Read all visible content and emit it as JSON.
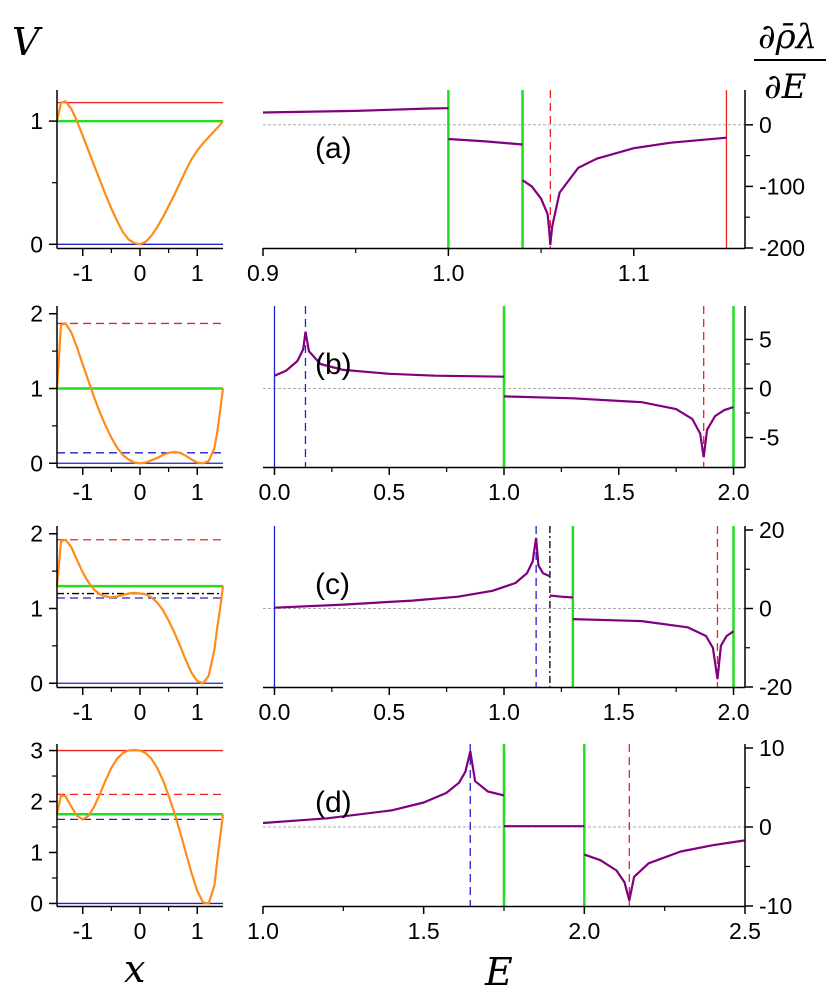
{
  "figure": {
    "v_axis_label": "V",
    "x_axis_label": "x",
    "e_axis_label": "E",
    "derivative_label_numerator": "∂ρ̄λ",
    "derivative_label_denominator": "∂E"
  },
  "colors": {
    "potential": "#ff8c1a",
    "derivative": "#800080",
    "green": "#22dd22",
    "red": "#ee2222",
    "blue": "#2222cc",
    "black": "#000000",
    "reference": "#aaaaaa"
  },
  "chart_data": [
    {
      "type": "line",
      "panel": "a-potential",
      "x_ticks": [
        -1,
        0,
        1
      ],
      "y_ticks": [
        0,
        1
      ],
      "xlim": [
        -1.45,
        1.45
      ],
      "ylim": [
        -0.03,
        1.22
      ],
      "curve": {
        "x": [
          -1.45,
          -1.38,
          -1.3,
          -1.2,
          -1.1,
          -1.0,
          -0.9,
          -0.8,
          -0.7,
          -0.6,
          -0.5,
          -0.4,
          -0.3,
          -0.2,
          -0.1,
          0.0,
          0.1,
          0.2,
          0.3,
          0.4,
          0.5,
          0.6,
          0.7,
          0.8,
          0.9,
          1.0,
          1.1,
          1.2,
          1.3,
          1.4,
          1.45
        ],
        "y": [
          1.0,
          1.15,
          1.16,
          1.1,
          1.0,
          0.88,
          0.76,
          0.64,
          0.52,
          0.4,
          0.29,
          0.19,
          0.1,
          0.04,
          0.01,
          0.0,
          0.02,
          0.07,
          0.14,
          0.22,
          0.31,
          0.4,
          0.5,
          0.6,
          0.69,
          0.76,
          0.82,
          0.87,
          0.92,
          0.97,
          1.0
        ]
      },
      "hlines": [
        {
          "y": 1.15,
          "color": "red",
          "style": "solid"
        },
        {
          "y": 1.0,
          "color": "green",
          "style": "solid"
        },
        {
          "y": 0.0,
          "color": "blue",
          "style": "solid"
        }
      ]
    },
    {
      "type": "line",
      "panel": "a-derivative",
      "label": "(a)",
      "x_ticks": [
        0.9,
        1.0,
        1.1
      ],
      "x_tick_labels": [
        "0.9",
        "1.0",
        "1.1"
      ],
      "y_ticks": [
        0,
        -100,
        -200
      ],
      "y_tick_labels": [
        "0",
        "-100",
        "-200"
      ],
      "xlim": [
        0.9,
        1.16
      ],
      "ylim": [
        -200,
        50
      ],
      "segments": [
        {
          "x": [
            0.9,
            0.95,
            0.99,
            1.0
          ],
          "y": [
            20,
            22.5,
            26.5,
            27
          ]
        },
        {
          "x": [
            1.0,
            1.02,
            1.04
          ],
          "y": [
            -23,
            -27,
            -32
          ]
        },
        {
          "x": [
            1.04,
            1.045,
            1.05,
            1.0535,
            1.0545,
            1.055
          ],
          "y": [
            -90,
            -100,
            -120,
            -145,
            -175,
            -195
          ]
        },
        {
          "x": [
            1.055,
            1.056,
            1.06,
            1.07,
            1.08,
            1.1,
            1.12,
            1.15
          ],
          "y": [
            -195,
            -165,
            -110,
            -70,
            -55,
            -38,
            -29,
            -21
          ]
        }
      ],
      "vlines": [
        {
          "x": 1.0,
          "color": "green",
          "style": "solid"
        },
        {
          "x": 1.04,
          "color": "green",
          "style": "solid"
        },
        {
          "x": 1.055,
          "color": "red",
          "style": "dashed"
        },
        {
          "x": 1.15,
          "color": "red",
          "style": "solid"
        }
      ],
      "reference_y": 0
    },
    {
      "type": "line",
      "panel": "b-potential",
      "x_ticks": [
        -1,
        0,
        1
      ],
      "y_ticks": [
        0,
        1,
        2
      ],
      "xlim": [
        -1.45,
        1.45
      ],
      "ylim": [
        -0.05,
        2.05
      ],
      "curve": {
        "x": [
          -1.45,
          -1.38,
          -1.3,
          -1.2,
          -1.1,
          -1.0,
          -0.9,
          -0.8,
          -0.7,
          -0.6,
          -0.5,
          -0.4,
          -0.3,
          -0.2,
          -0.1,
          0.0,
          0.1,
          0.2,
          0.3,
          0.4,
          0.5,
          0.6,
          0.7,
          0.8,
          0.9,
          1.0,
          1.1,
          1.2,
          1.3,
          1.35,
          1.4,
          1.45
        ],
        "y": [
          1.0,
          1.85,
          1.87,
          1.75,
          1.55,
          1.32,
          1.1,
          0.88,
          0.68,
          0.5,
          0.34,
          0.21,
          0.11,
          0.05,
          0.01,
          0.0,
          0.01,
          0.04,
          0.07,
          0.11,
          0.14,
          0.15,
          0.14,
          0.1,
          0.05,
          0.01,
          0.0,
          0.03,
          0.2,
          0.42,
          0.7,
          1.0
        ]
      },
      "hlines": [
        {
          "y": 1.87,
          "color": "red",
          "style": "dashed"
        },
        {
          "y": 1.0,
          "color": "green",
          "style": "solid"
        },
        {
          "y": 0.14,
          "color": "blue",
          "style": "dashed"
        },
        {
          "y": 0.0,
          "color": "blue",
          "style": "solid"
        }
      ]
    },
    {
      "type": "line",
      "panel": "b-derivative",
      "label": "(b)",
      "x_ticks": [
        0.0,
        0.5,
        1.0,
        1.5,
        2.0
      ],
      "x_tick_labels": [
        "0.0",
        "0.5",
        "1.0",
        "1.5",
        "2.0"
      ],
      "y_ticks": [
        5,
        0,
        -5
      ],
      "y_tick_labels": [
        "5",
        "0",
        "-5"
      ],
      "xlim": [
        -0.05,
        2.05
      ],
      "ylim": [
        -8,
        8
      ],
      "segments": [
        {
          "x": [
            0.0,
            0.05,
            0.1,
            0.125,
            0.135
          ],
          "y": [
            1.3,
            1.8,
            2.8,
            4.0,
            5.8
          ]
        },
        {
          "x": [
            0.135,
            0.15,
            0.2,
            0.3,
            0.5,
            0.7,
            1.0
          ],
          "y": [
            5.8,
            3.8,
            2.5,
            1.9,
            1.5,
            1.3,
            1.2
          ]
        },
        {
          "x": [
            1.0,
            1.3,
            1.6,
            1.75,
            1.82,
            1.855,
            1.87
          ],
          "y": [
            -0.8,
            -1.0,
            -1.4,
            -2.1,
            -3.1,
            -4.6,
            -7.0
          ]
        },
        {
          "x": [
            1.87,
            1.885,
            1.92,
            1.96,
            2.0
          ],
          "y": [
            -7.0,
            -4.2,
            -2.8,
            -2.2,
            -1.9
          ]
        }
      ],
      "vlines": [
        {
          "x": 0.0,
          "color": "blue",
          "style": "solid"
        },
        {
          "x": 0.135,
          "color": "blue",
          "style": "dashed"
        },
        {
          "x": 1.0,
          "color": "green",
          "style": "solid"
        },
        {
          "x": 1.87,
          "color": "red",
          "style": "dashed"
        },
        {
          "x": 2.0,
          "color": "green",
          "style": "solid"
        }
      ],
      "reference_y": 0
    },
    {
      "type": "line",
      "panel": "c-potential",
      "x_ticks": [
        -1,
        0,
        1
      ],
      "y_ticks": [
        0,
        1,
        2
      ],
      "xlim": [
        -1.45,
        1.45
      ],
      "ylim": [
        -0.05,
        2.05
      ],
      "curve": {
        "x": [
          -1.45,
          -1.38,
          -1.3,
          -1.2,
          -1.1,
          -1.0,
          -0.9,
          -0.8,
          -0.7,
          -0.6,
          -0.5,
          -0.4,
          -0.3,
          -0.2,
          -0.1,
          0.0,
          0.1,
          0.2,
          0.3,
          0.4,
          0.5,
          0.6,
          0.7,
          0.8,
          0.9,
          1.0,
          1.1,
          1.2,
          1.3,
          1.35,
          1.4,
          1.45
        ],
        "y": [
          1.3,
          1.9,
          1.92,
          1.82,
          1.65,
          1.48,
          1.35,
          1.25,
          1.19,
          1.16,
          1.15,
          1.16,
          1.18,
          1.2,
          1.21,
          1.2,
          1.19,
          1.15,
          1.08,
          0.98,
          0.84,
          0.68,
          0.5,
          0.31,
          0.14,
          0.03,
          0.0,
          0.1,
          0.45,
          0.75,
          1.0,
          1.3
        ]
      },
      "hlines": [
        {
          "y": 1.92,
          "color": "red",
          "style": "dashed"
        },
        {
          "y": 1.3,
          "color": "green",
          "style": "solid"
        },
        {
          "y": 1.2,
          "color": "black",
          "style": "dashdot"
        },
        {
          "y": 1.14,
          "color": "blue",
          "style": "dashed"
        },
        {
          "y": 0.0,
          "color": "blue",
          "style": "solid"
        }
      ]
    },
    {
      "type": "line",
      "panel": "c-derivative",
      "label": "(c)",
      "x_ticks": [
        0.0,
        0.5,
        1.0,
        1.5,
        2.0
      ],
      "x_tick_labels": [
        "0.0",
        "0.5",
        "1.0",
        "1.5",
        "2.0"
      ],
      "y_ticks": [
        20,
        0,
        -20
      ],
      "y_tick_labels": [
        "20",
        "0",
        "-20"
      ],
      "xlim": [
        -0.05,
        2.05
      ],
      "ylim": [
        -20,
        20
      ],
      "segments": [
        {
          "x": [
            0.0,
            0.3,
            0.6,
            0.8,
            0.95,
            1.05,
            1.1,
            1.125,
            1.14
          ],
          "y": [
            0.2,
            1.0,
            2.0,
            3.0,
            4.5,
            6.5,
            9.0,
            12.0,
            18.0
          ]
        },
        {
          "x": [
            1.14,
            1.15,
            1.17,
            1.2
          ],
          "y": [
            18.0,
            11.0,
            9.0,
            8.2
          ]
        },
        {
          "x": [
            1.2,
            1.25,
            1.3
          ],
          "y": [
            3.3,
            3.0,
            2.8
          ]
        },
        {
          "x": [
            1.3,
            1.6,
            1.8,
            1.88,
            1.91,
            1.93
          ],
          "y": [
            -2.7,
            -3.2,
            -4.8,
            -7.0,
            -10.0,
            -18.0
          ]
        },
        {
          "x": [
            1.93,
            1.945,
            1.97,
            2.0
          ],
          "y": [
            -18.0,
            -9.5,
            -7.0,
            -5.8
          ]
        }
      ],
      "vlines": [
        {
          "x": 0.0,
          "color": "blue",
          "style": "solid"
        },
        {
          "x": 1.14,
          "color": "blue",
          "style": "dashed"
        },
        {
          "x": 1.2,
          "color": "black",
          "style": "dashdot"
        },
        {
          "x": 1.3,
          "color": "green",
          "style": "solid"
        },
        {
          "x": 1.93,
          "color": "red",
          "style": "dashed"
        },
        {
          "x": 2.0,
          "color": "green",
          "style": "solid"
        }
      ],
      "reference_y": 0
    },
    {
      "type": "line",
      "panel": "d-potential",
      "x_ticks": [
        -1,
        0,
        1
      ],
      "y_ticks": [
        0,
        1,
        2,
        3
      ],
      "xlim": [
        -1.45,
        1.45
      ],
      "ylim": [
        -0.05,
        3.05
      ],
      "curve": {
        "x": [
          -1.45,
          -1.38,
          -1.3,
          -1.2,
          -1.1,
          -1.0,
          -0.9,
          -0.8,
          -0.7,
          -0.6,
          -0.5,
          -0.4,
          -0.3,
          -0.2,
          -0.1,
          0.0,
          0.1,
          0.2,
          0.3,
          0.4,
          0.5,
          0.6,
          0.7,
          0.8,
          0.9,
          1.0,
          1.1,
          1.2,
          1.3,
          1.35,
          1.4,
          1.45
        ],
        "y": [
          1.75,
          2.12,
          2.1,
          1.9,
          1.72,
          1.65,
          1.72,
          1.9,
          2.15,
          2.42,
          2.66,
          2.84,
          2.95,
          3.0,
          3.01,
          3.0,
          2.95,
          2.84,
          2.66,
          2.42,
          2.12,
          1.78,
          1.4,
          1.0,
          0.6,
          0.25,
          0.02,
          0.0,
          0.35,
          0.85,
          1.3,
          1.75
        ]
      },
      "hlines": [
        {
          "y": 3.0,
          "color": "red",
          "style": "solid"
        },
        {
          "y": 2.14,
          "color": "red",
          "style": "dashed"
        },
        {
          "y": 1.75,
          "color": "green",
          "style": "solid"
        },
        {
          "y": 1.65,
          "color": "blue",
          "style": "dashed"
        },
        {
          "y": 0.0,
          "color": "blue",
          "style": "solid"
        }
      ]
    },
    {
      "type": "line",
      "panel": "d-derivative",
      "label": "(d)",
      "x_ticks": [
        1.0,
        1.5,
        2.0,
        2.5
      ],
      "x_tick_labels": [
        "1.0",
        "1.5",
        "2.0",
        "2.5"
      ],
      "y_ticks": [
        10,
        0,
        -10
      ],
      "y_tick_labels": [
        "10",
        "0",
        "-10"
      ],
      "xlim": [
        1.0,
        2.5
      ],
      "ylim": [
        -10,
        10
      ],
      "segments": [
        {
          "x": [
            1.0,
            1.2,
            1.4,
            1.5,
            1.57,
            1.61,
            1.63,
            1.645
          ],
          "y": [
            0.5,
            1.1,
            2.1,
            3.1,
            4.3,
            5.6,
            7.0,
            9.6
          ]
        },
        {
          "x": [
            1.645,
            1.66,
            1.7,
            1.75
          ],
          "y": [
            9.6,
            5.8,
            4.5,
            4.0
          ]
        },
        {
          "x": [
            1.75,
            2.0
          ],
          "y": [
            0.1,
            0.1
          ]
        },
        {
          "x": [
            2.0,
            2.05,
            2.1,
            2.125,
            2.14
          ],
          "y": [
            -3.5,
            -4.2,
            -5.5,
            -7.0,
            -9.3
          ]
        },
        {
          "x": [
            2.14,
            2.155,
            2.2,
            2.3,
            2.4,
            2.5
          ],
          "y": [
            -9.3,
            -6.3,
            -4.6,
            -3.1,
            -2.3,
            -1.7
          ]
        }
      ],
      "vlines": [
        {
          "x": 1.645,
          "color": "blue",
          "style": "dashed"
        },
        {
          "x": 1.75,
          "color": "green",
          "style": "solid"
        },
        {
          "x": 2.0,
          "color": "green",
          "style": "solid"
        },
        {
          "x": 2.14,
          "color": "red",
          "style": "dashed"
        }
      ],
      "reference_y": 0
    }
  ]
}
